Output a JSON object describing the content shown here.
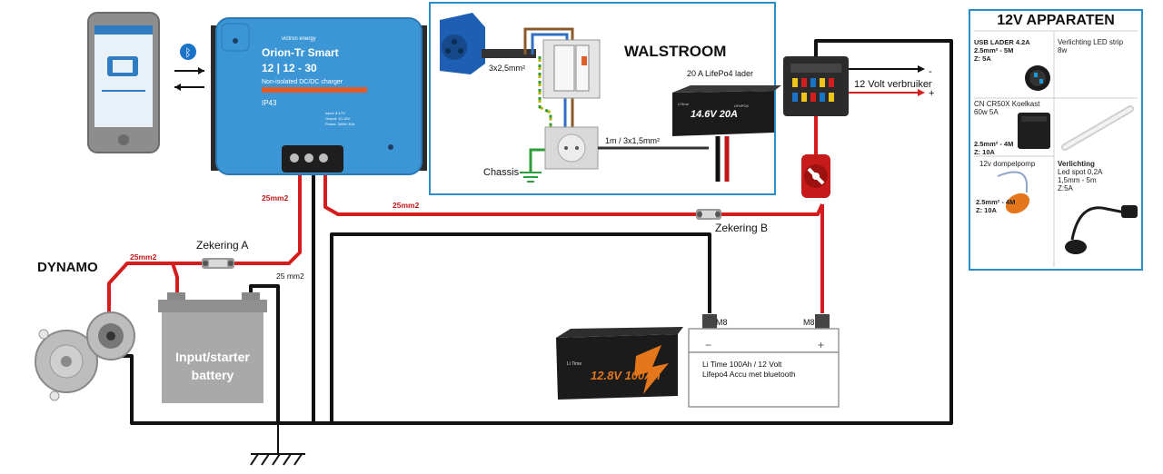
{
  "labels": {
    "dynamo": "DYNAMO",
    "walstroom": "WALSTROOM",
    "lader": "20 A LifePo4 lader",
    "verbruiker": "12 Volt verbruiker",
    "minus": "-",
    "plus": "+",
    "chassis": "Chassis",
    "cable_3x25": "3x2,5mm²",
    "cable_1m": "1m / 3x1,5mm²",
    "zekering_a": "Zekering A",
    "zekering_b": "Zekering B",
    "wire_25mm2_top": "25mm2",
    "wire_25mm2_right": "25mm2",
    "wire_25mm2_left": "25mm2",
    "wire_25mm2_black": "25 mm2",
    "m8_left": "M8",
    "m8_right": "M8",
    "battery_minus": "−",
    "battery_plus": "+"
  },
  "starter_battery": {
    "line1": "Input/starter",
    "line2": "battery"
  },
  "lifepo_battery": {
    "line1": "Li Time 100Ah / 12 Volt",
    "line2": "Lifepo4 Accu met bluetooth",
    "product_brand": "Li Time",
    "product_text": "12.8V 100Ah"
  },
  "charger": {
    "brand": "victron energy",
    "name": "Orion-Tr Smart",
    "model": "12 | 12 - 30",
    "sub": "Non-isolated DC/DC charger",
    "ip": "IP43",
    "bluetooth_symbol": "ᛒ",
    "specs": [
      "Input: 8-17V",
      "Output: 10-15V",
      "Power: 360W 30A"
    ]
  },
  "lader_device": {
    "display": "14.6V 20A",
    "brand": "LiTime",
    "tag": "LiFePO4"
  },
  "apparaten": {
    "title": "12V APPARATEN",
    "items": [
      {
        "lines": [
          "USB LADER 4.2A",
          "2.5mm² - 5M",
          "Z: 5A"
        ]
      },
      {
        "lines": [
          "Verlichting LED strip",
          "8w"
        ]
      },
      {
        "lines": [
          "CN CR50X Koelkast",
          "60w 5A"
        ]
      },
      {
        "lines": [
          "2.5mm² - 4M",
          "Z: 10A"
        ]
      },
      {
        "lines": [
          "12v dompelpomp"
        ]
      },
      {
        "lines": [
          "Verlichting",
          "Led spot 0,2A",
          "1,5mm - 5m",
          "Z:5A"
        ]
      },
      {
        "lines": [
          "2.5mm² - 4M",
          "Z: 10A"
        ]
      }
    ]
  },
  "colors": {
    "red_wire": "#d41d1d",
    "black_wire": "#111111",
    "panel_border": "#2a8fc8",
    "victron_blue": "#3c96d6",
    "phone_body": "#8d8d8d",
    "battery_grey": "#a9a9a9"
  }
}
